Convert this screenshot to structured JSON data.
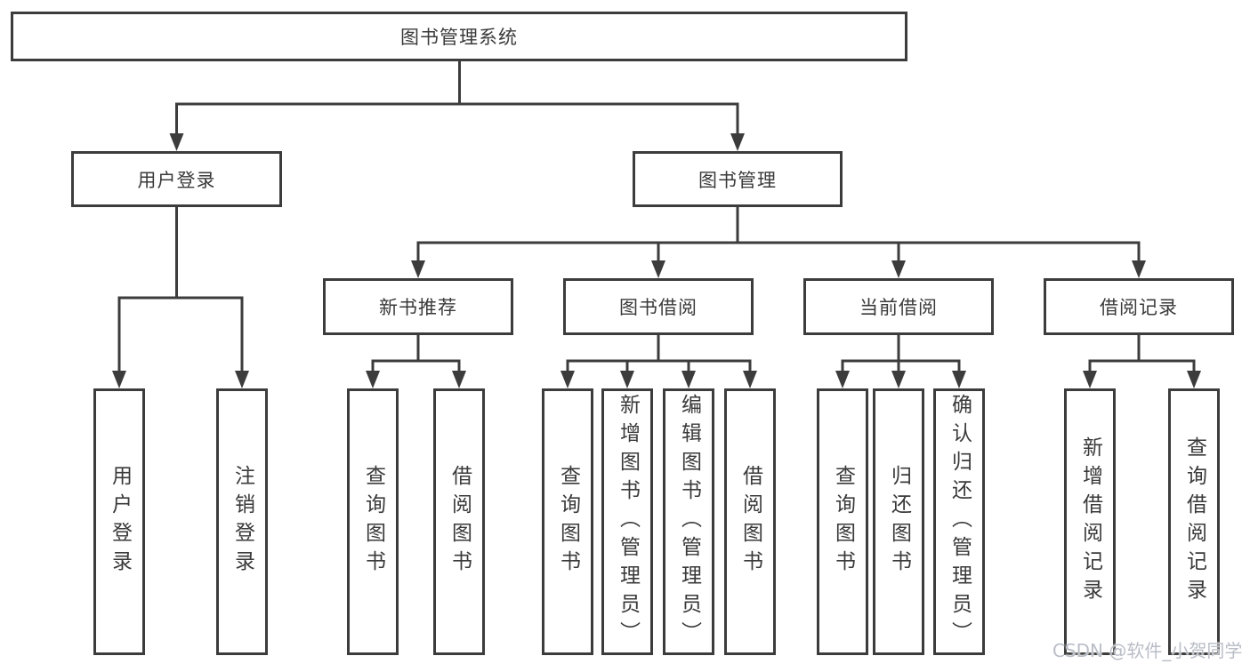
{
  "root": {
    "label": "图书管理系统"
  },
  "level2": [
    {
      "label": "用户登录"
    },
    {
      "label": "图书管理"
    }
  ],
  "level3": [
    {
      "label": "新书推荐"
    },
    {
      "label": "图书借阅"
    },
    {
      "label": "当前借阅"
    },
    {
      "label": "借阅记录"
    }
  ],
  "level4": {
    "login": [
      {
        "label": "用户登录"
      },
      {
        "label": "注销登录"
      }
    ],
    "recommend": [
      {
        "label": "查询图书"
      },
      {
        "label": "借阅图书"
      }
    ],
    "borrow": [
      {
        "label": "查询图书"
      },
      {
        "label": "新增图书（管理员）"
      },
      {
        "label": "编辑图书（管理员）"
      },
      {
        "label": "借阅图书"
      }
    ],
    "current": [
      {
        "label": "查询图书"
      },
      {
        "label": "归还图书"
      },
      {
        "label": "确认归还（管理员）"
      }
    ],
    "records": [
      {
        "label": "新增借阅记录"
      },
      {
        "label": "查询借阅记录"
      }
    ]
  },
  "watermark": {
    "text": "CSDN @软件_小贺同学"
  },
  "colors": {
    "line": "#3c3c3c",
    "text": "#3a3a3a",
    "background": "#ffffff",
    "watermark": "#b9bdc6"
  }
}
